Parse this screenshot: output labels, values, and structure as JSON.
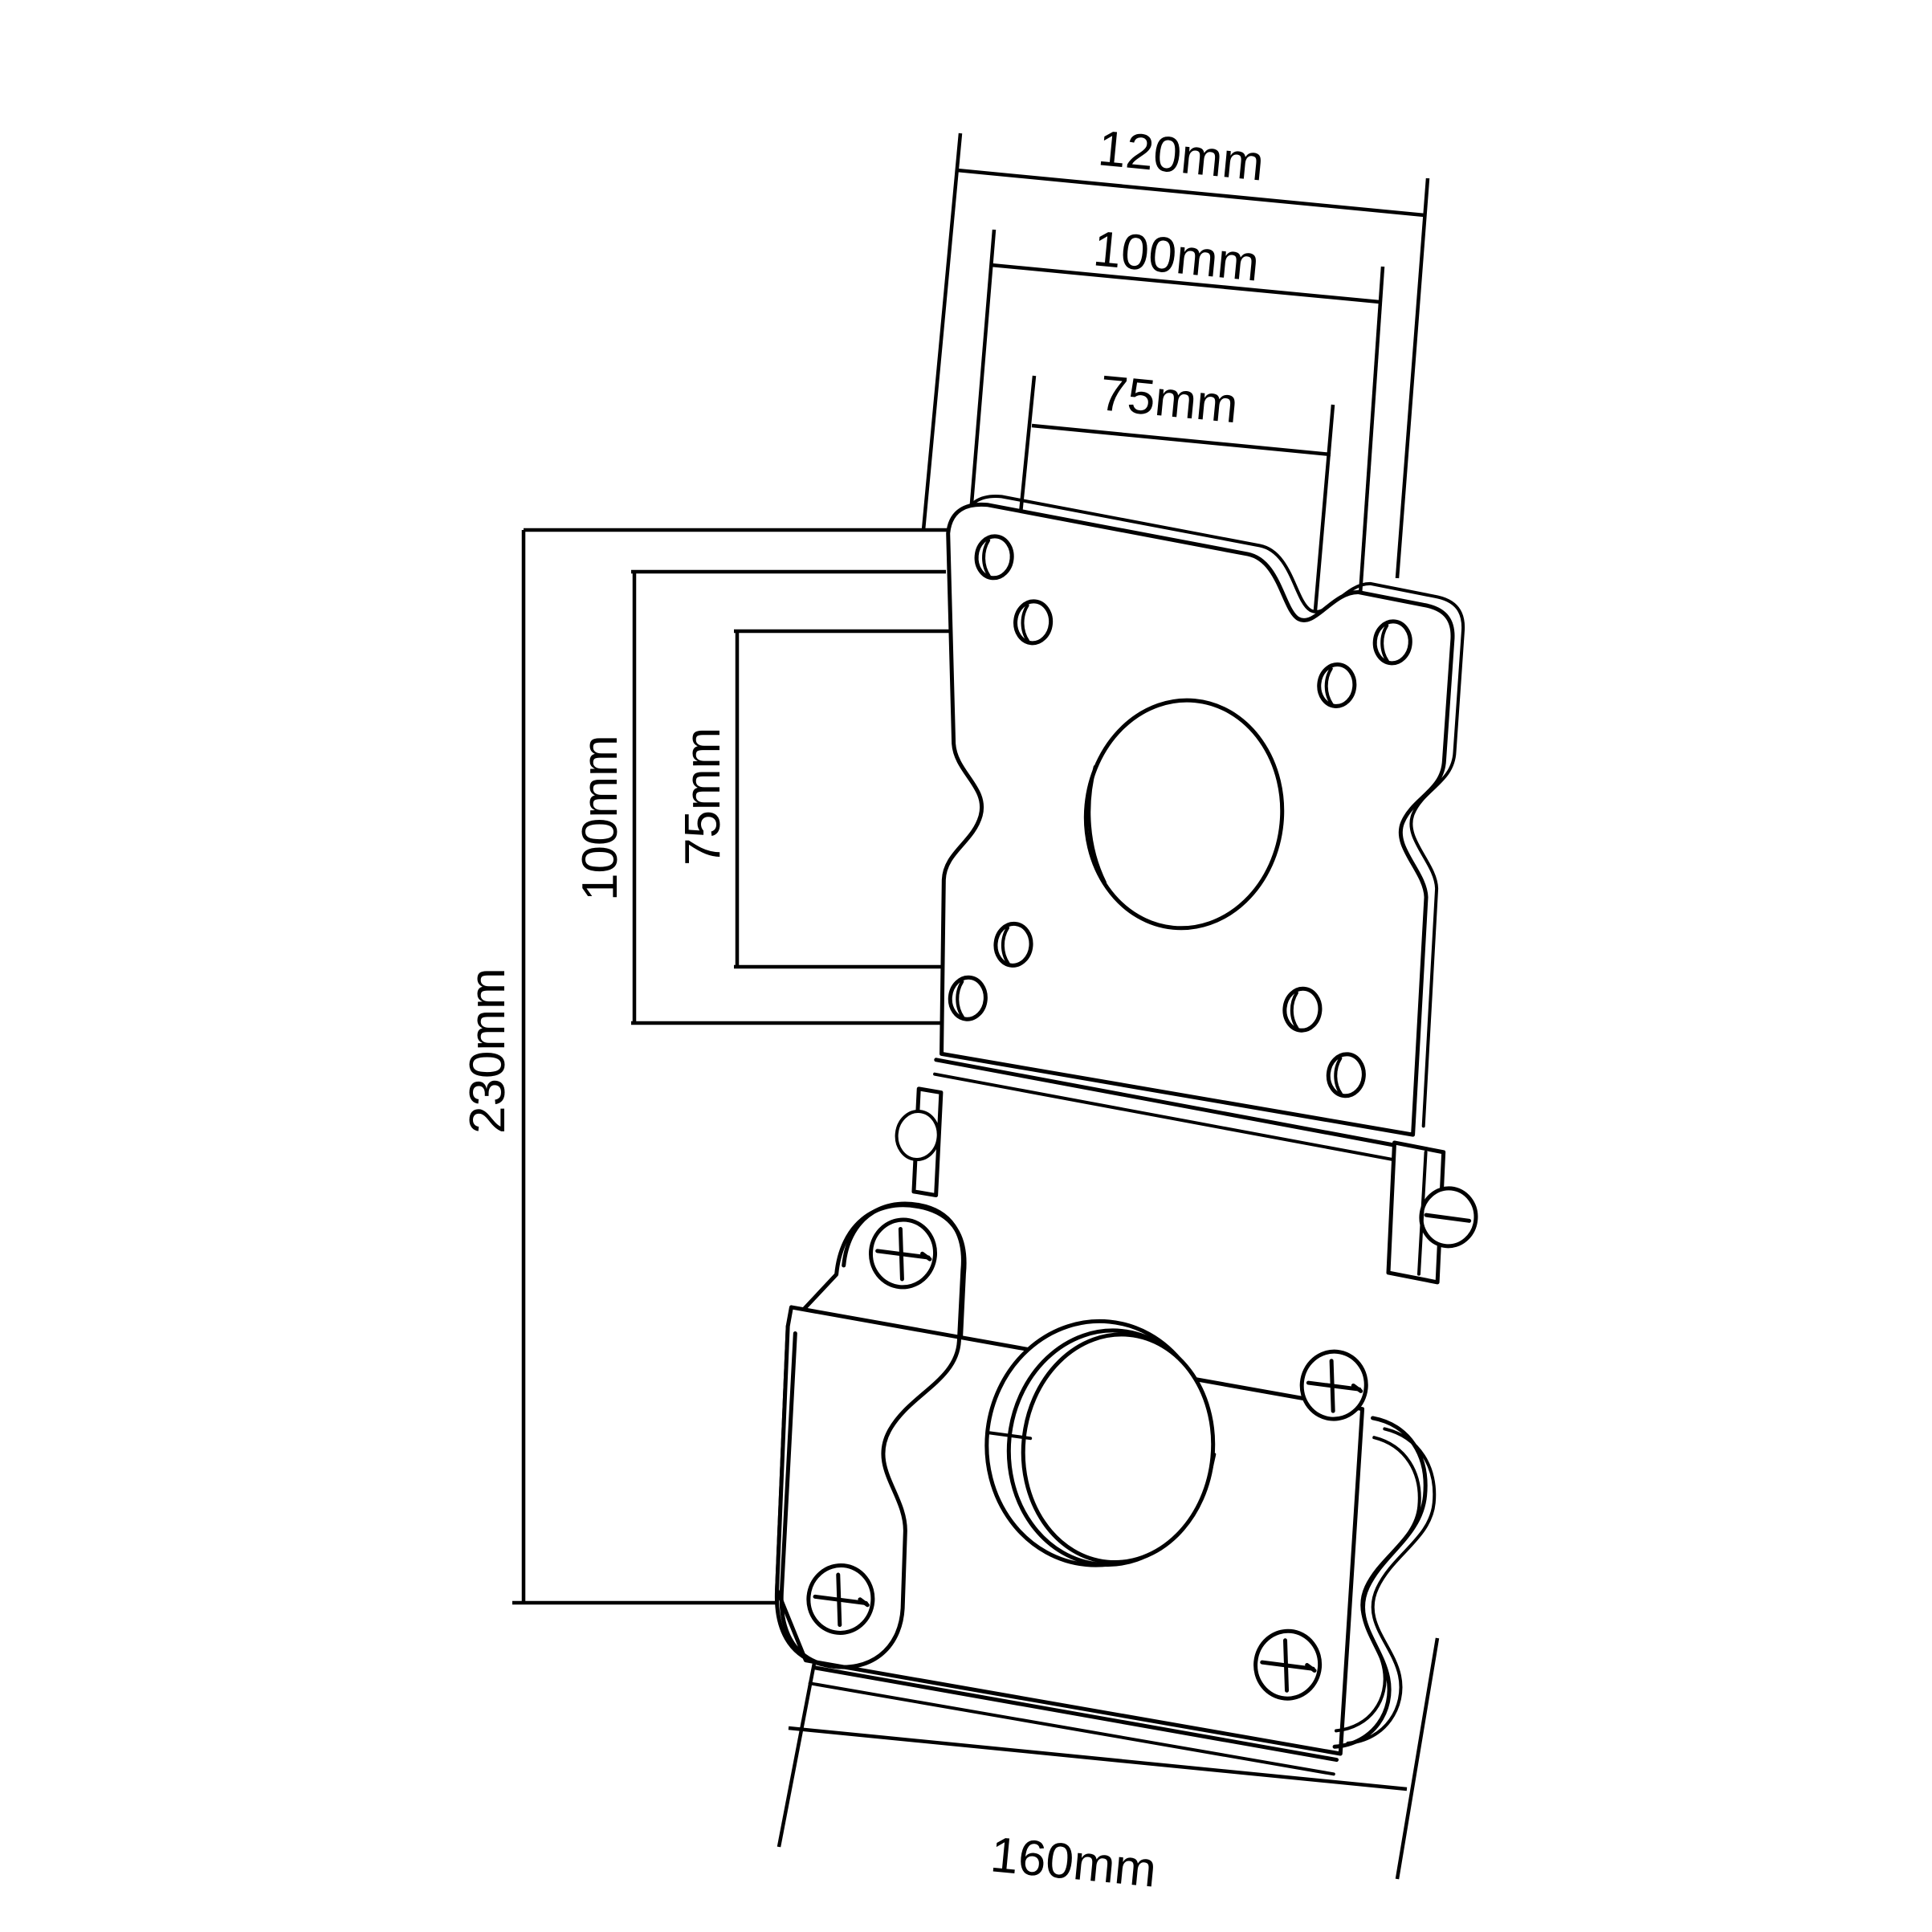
{
  "drawing": {
    "type": "technical-line-drawing",
    "subject": "vesa-monitor-mount-adapter-plate",
    "background_color": "#ffffff",
    "line_color": "#000000",
    "rotation_degrees": 5.5
  },
  "dimensions": {
    "top_outer": {
      "label": "120mm",
      "value": 120,
      "unit": "mm",
      "orientation": "horizontal",
      "position": "top"
    },
    "top_middle": {
      "label": "100mm",
      "value": 100,
      "unit": "mm",
      "orientation": "horizontal",
      "position": "top"
    },
    "top_inner": {
      "label": "75mm",
      "value": 75,
      "unit": "mm",
      "orientation": "horizontal",
      "position": "top"
    },
    "left_outer": {
      "label": "230mm",
      "value": 230,
      "unit": "mm",
      "orientation": "vertical",
      "position": "left"
    },
    "left_middle": {
      "label": "100mm",
      "value": 100,
      "unit": "mm",
      "orientation": "vertical",
      "position": "left"
    },
    "left_inner": {
      "label": "75mm",
      "value": 75,
      "unit": "mm",
      "orientation": "vertical",
      "position": "left"
    },
    "bottom_outer": {
      "label": "160mm",
      "value": 160,
      "unit": "mm",
      "orientation": "horizontal",
      "position": "bottom"
    }
  },
  "parts": {
    "upper_plate": {
      "name": "upper-vesa-plate",
      "hole_count": 8,
      "center_opening": "oval-cutout",
      "top_edge": "concave-notch"
    },
    "lower_plate": {
      "name": "lower-mounting-plate",
      "screw_count": 4,
      "center_opening": "circular-boss",
      "side_tab_screws": 2
    }
  },
  "labels": {
    "dim_120": "120mm",
    "dim_100_top": "100mm",
    "dim_75_top": "75mm",
    "dim_230": "230mm",
    "dim_100_left": "100mm",
    "dim_75_left": "75mm",
    "dim_160": "160mm"
  }
}
